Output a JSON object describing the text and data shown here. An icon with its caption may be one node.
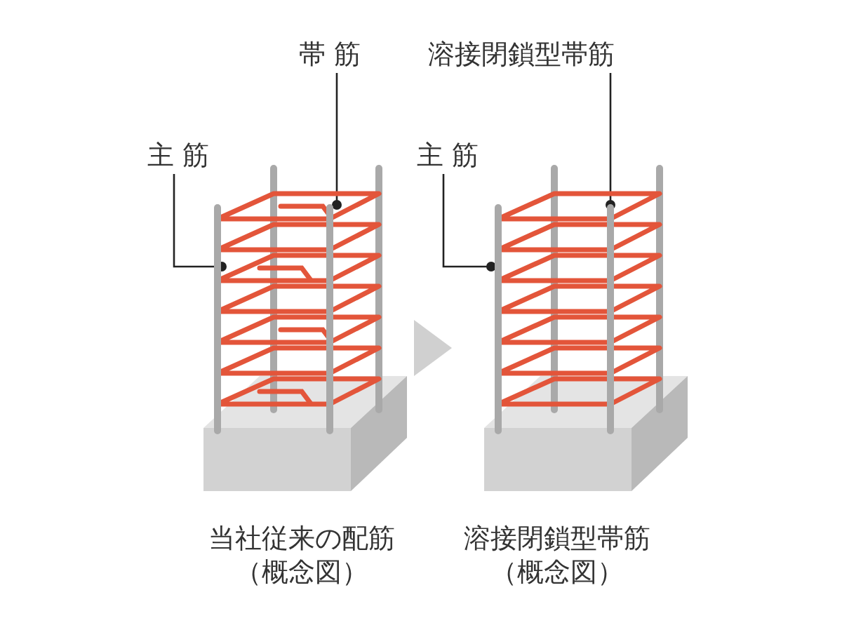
{
  "diagram": {
    "nodes": [
      {
        "text": [
          "帯 筋"
        ]
      },
      {
        "text": [
          "主 筋"
        ]
      },
      {
        "text": [
          "溶接閉鎖型帯筋"
        ]
      },
      {
        "text": [
          "主 筋"
        ]
      },
      {
        "text": [],
        "shape": "picture"
      },
      {
        "text": [],
        "shape": "picture"
      }
    ],
    "edges": [
      {
        "from": 4,
        "to": 5,
        "arrow": "to",
        "color": "#d0d0d0"
      },
      {
        "from": 0,
        "to": 4,
        "arrow": "other"
      },
      {
        "from": 1,
        "to": 4,
        "arrow": "other"
      },
      {
        "from": 2,
        "to": 5,
        "arrow": "other"
      },
      {
        "from": 3,
        "to": 5,
        "arrow": "other"
      }
    ],
    "labels": [
      "当社従来の配筋（概念図）",
      "溶接閉鎖型帯筋（概念図）"
    ]
  }
}
